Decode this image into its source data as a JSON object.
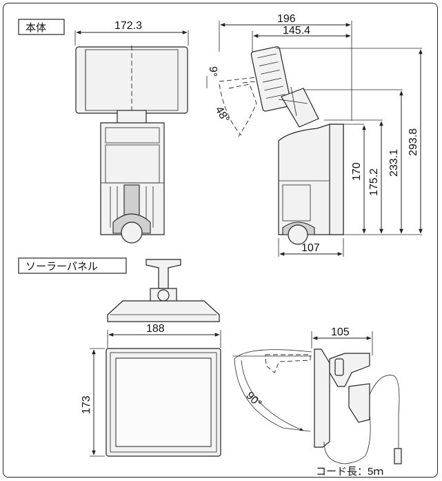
{
  "labels": {
    "main_unit": "本体",
    "solar_panel": "ソーラーパネル",
    "cord_length": "コード長：5ｍ"
  },
  "dimensions": {
    "unit_width": "172.3",
    "side_total_width": "196",
    "side_head_width": "145.4",
    "side_tilt_up": "9°",
    "side_tilt_down": "48°",
    "side_h1": "170",
    "side_h2": "175.2",
    "side_h3": "233.1",
    "side_h4": "293.8",
    "side_base_depth": "107",
    "panel_width": "188",
    "panel_height": "173",
    "panel_depth": "105",
    "panel_angle": "90°"
  }
}
